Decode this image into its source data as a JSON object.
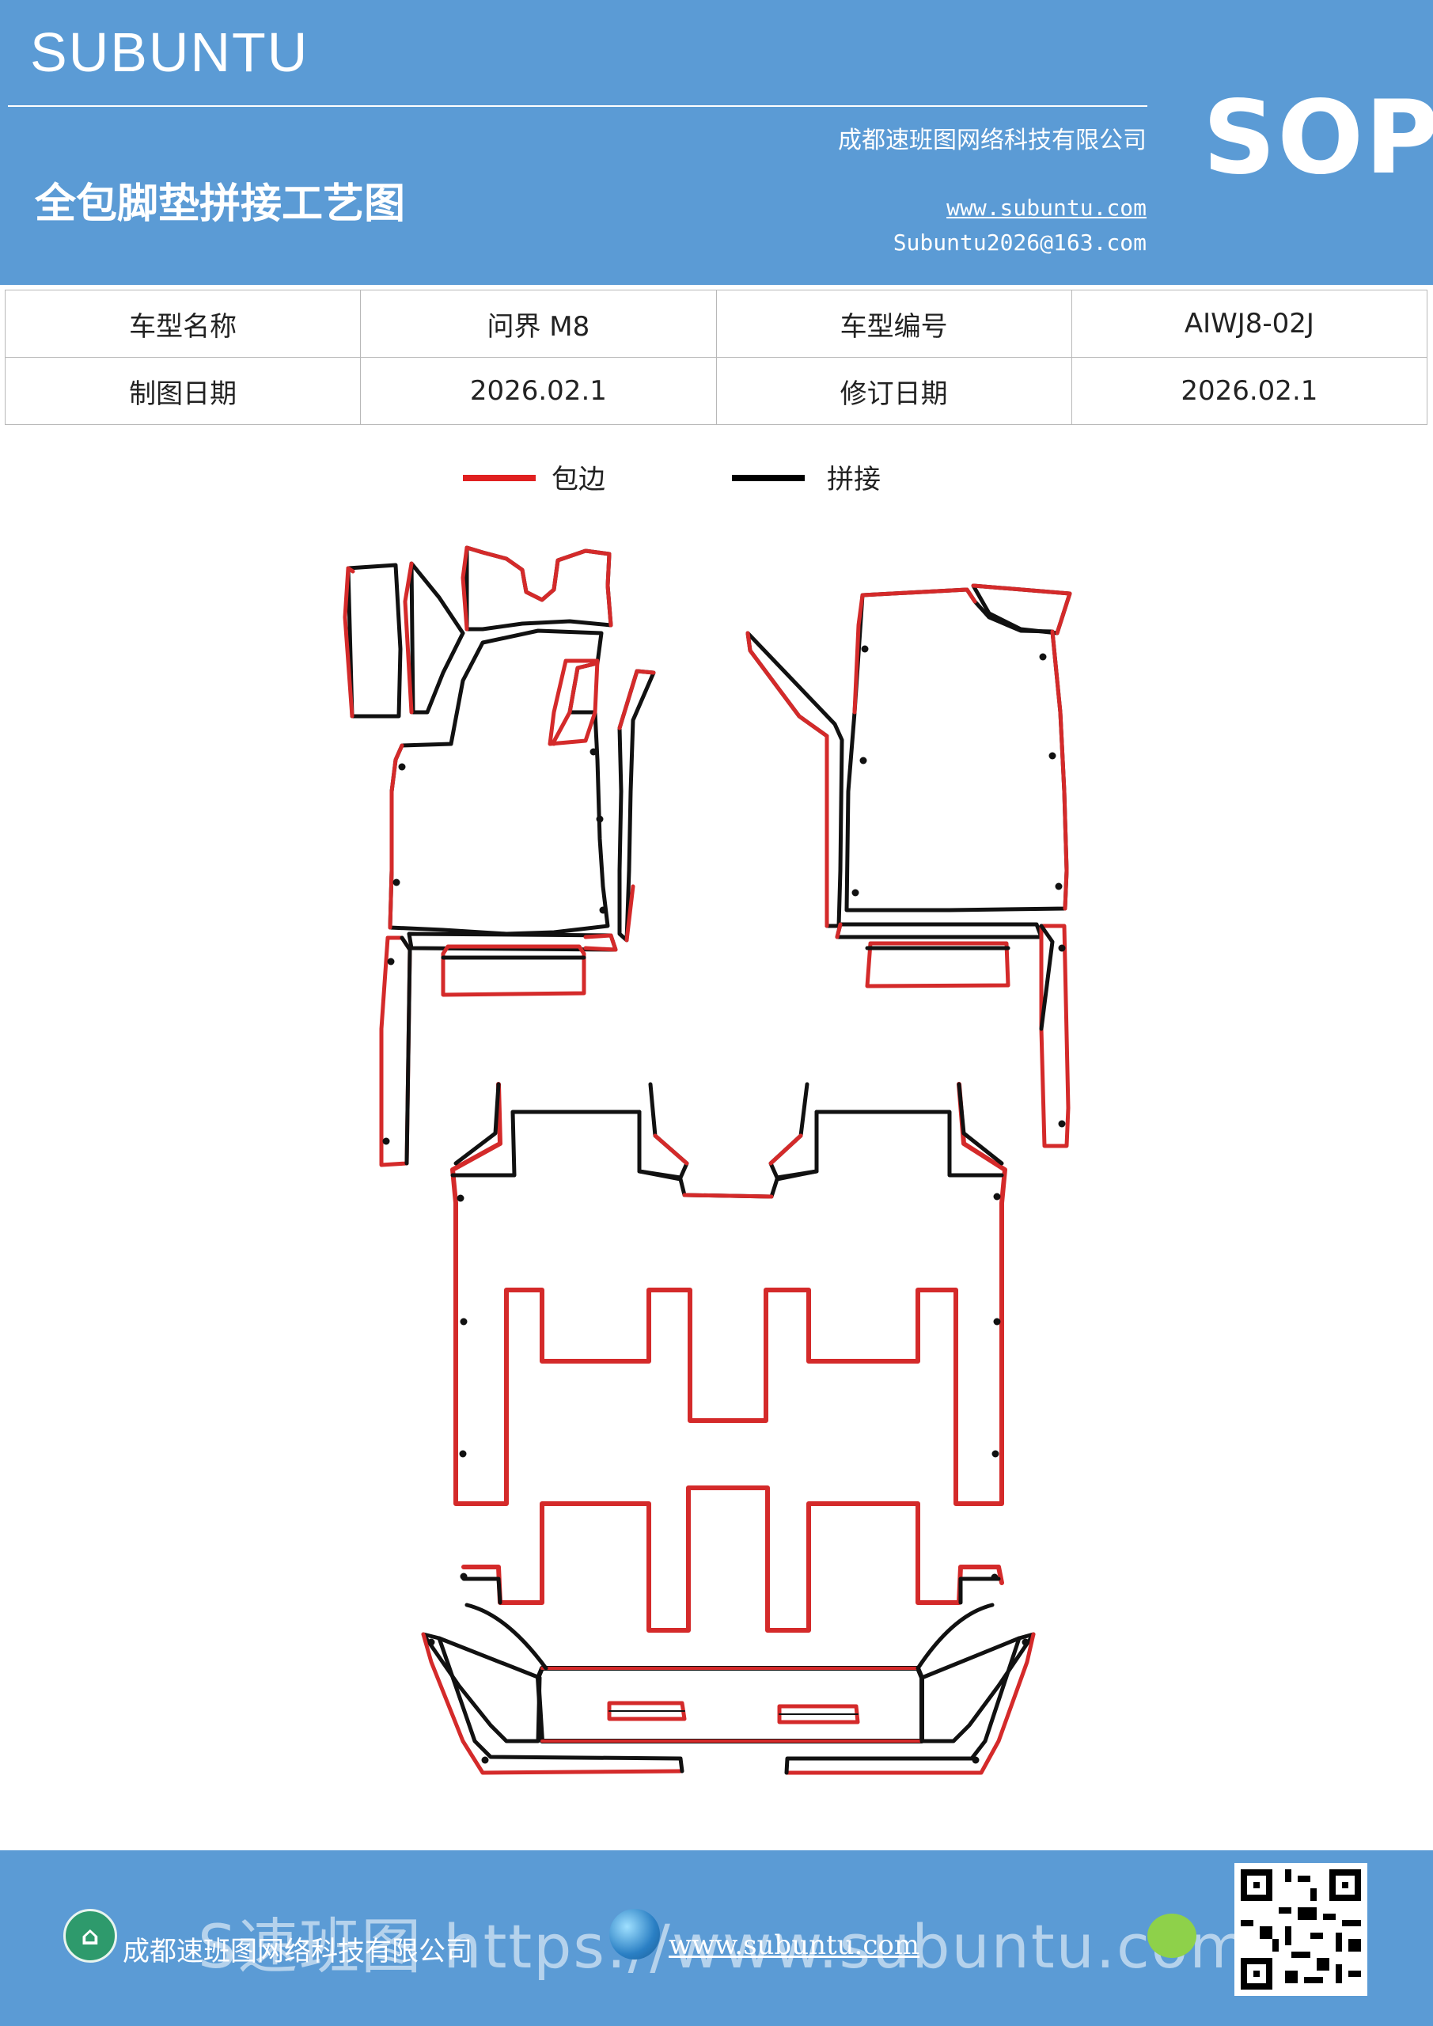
{
  "header": {
    "brand": "SUBUNTU",
    "company": "成都速班图网络科技有限公司",
    "title": "全包脚垫拼接工艺图",
    "website": "www.subuntu.com",
    "email": "Subuntu2026@163.com",
    "sop": "SOP"
  },
  "info_table": {
    "rows": [
      [
        "车型名称",
        "问界 M8",
        "车型编号",
        "AIWJ8-02J"
      ],
      [
        "制图日期",
        "2026.02.1",
        "修订日期",
        "2026.02.1"
      ]
    ]
  },
  "legend": [
    {
      "label": "包边",
      "color": "#e02020"
    },
    {
      "label": "拼接",
      "color": "#000000"
    }
  ],
  "colors": {
    "header_bg": "#5b9bd5",
    "edge": "#d42a2a",
    "seam": "#111111"
  },
  "footer": {
    "company": "成都速班图网络科技有限公司",
    "website": "www.subuntu.com",
    "watermark": "S速班图 https://www.subuntu.com",
    "icons": [
      "building-icon",
      "globe-icon",
      "wechat-icon",
      "qr-code"
    ]
  }
}
